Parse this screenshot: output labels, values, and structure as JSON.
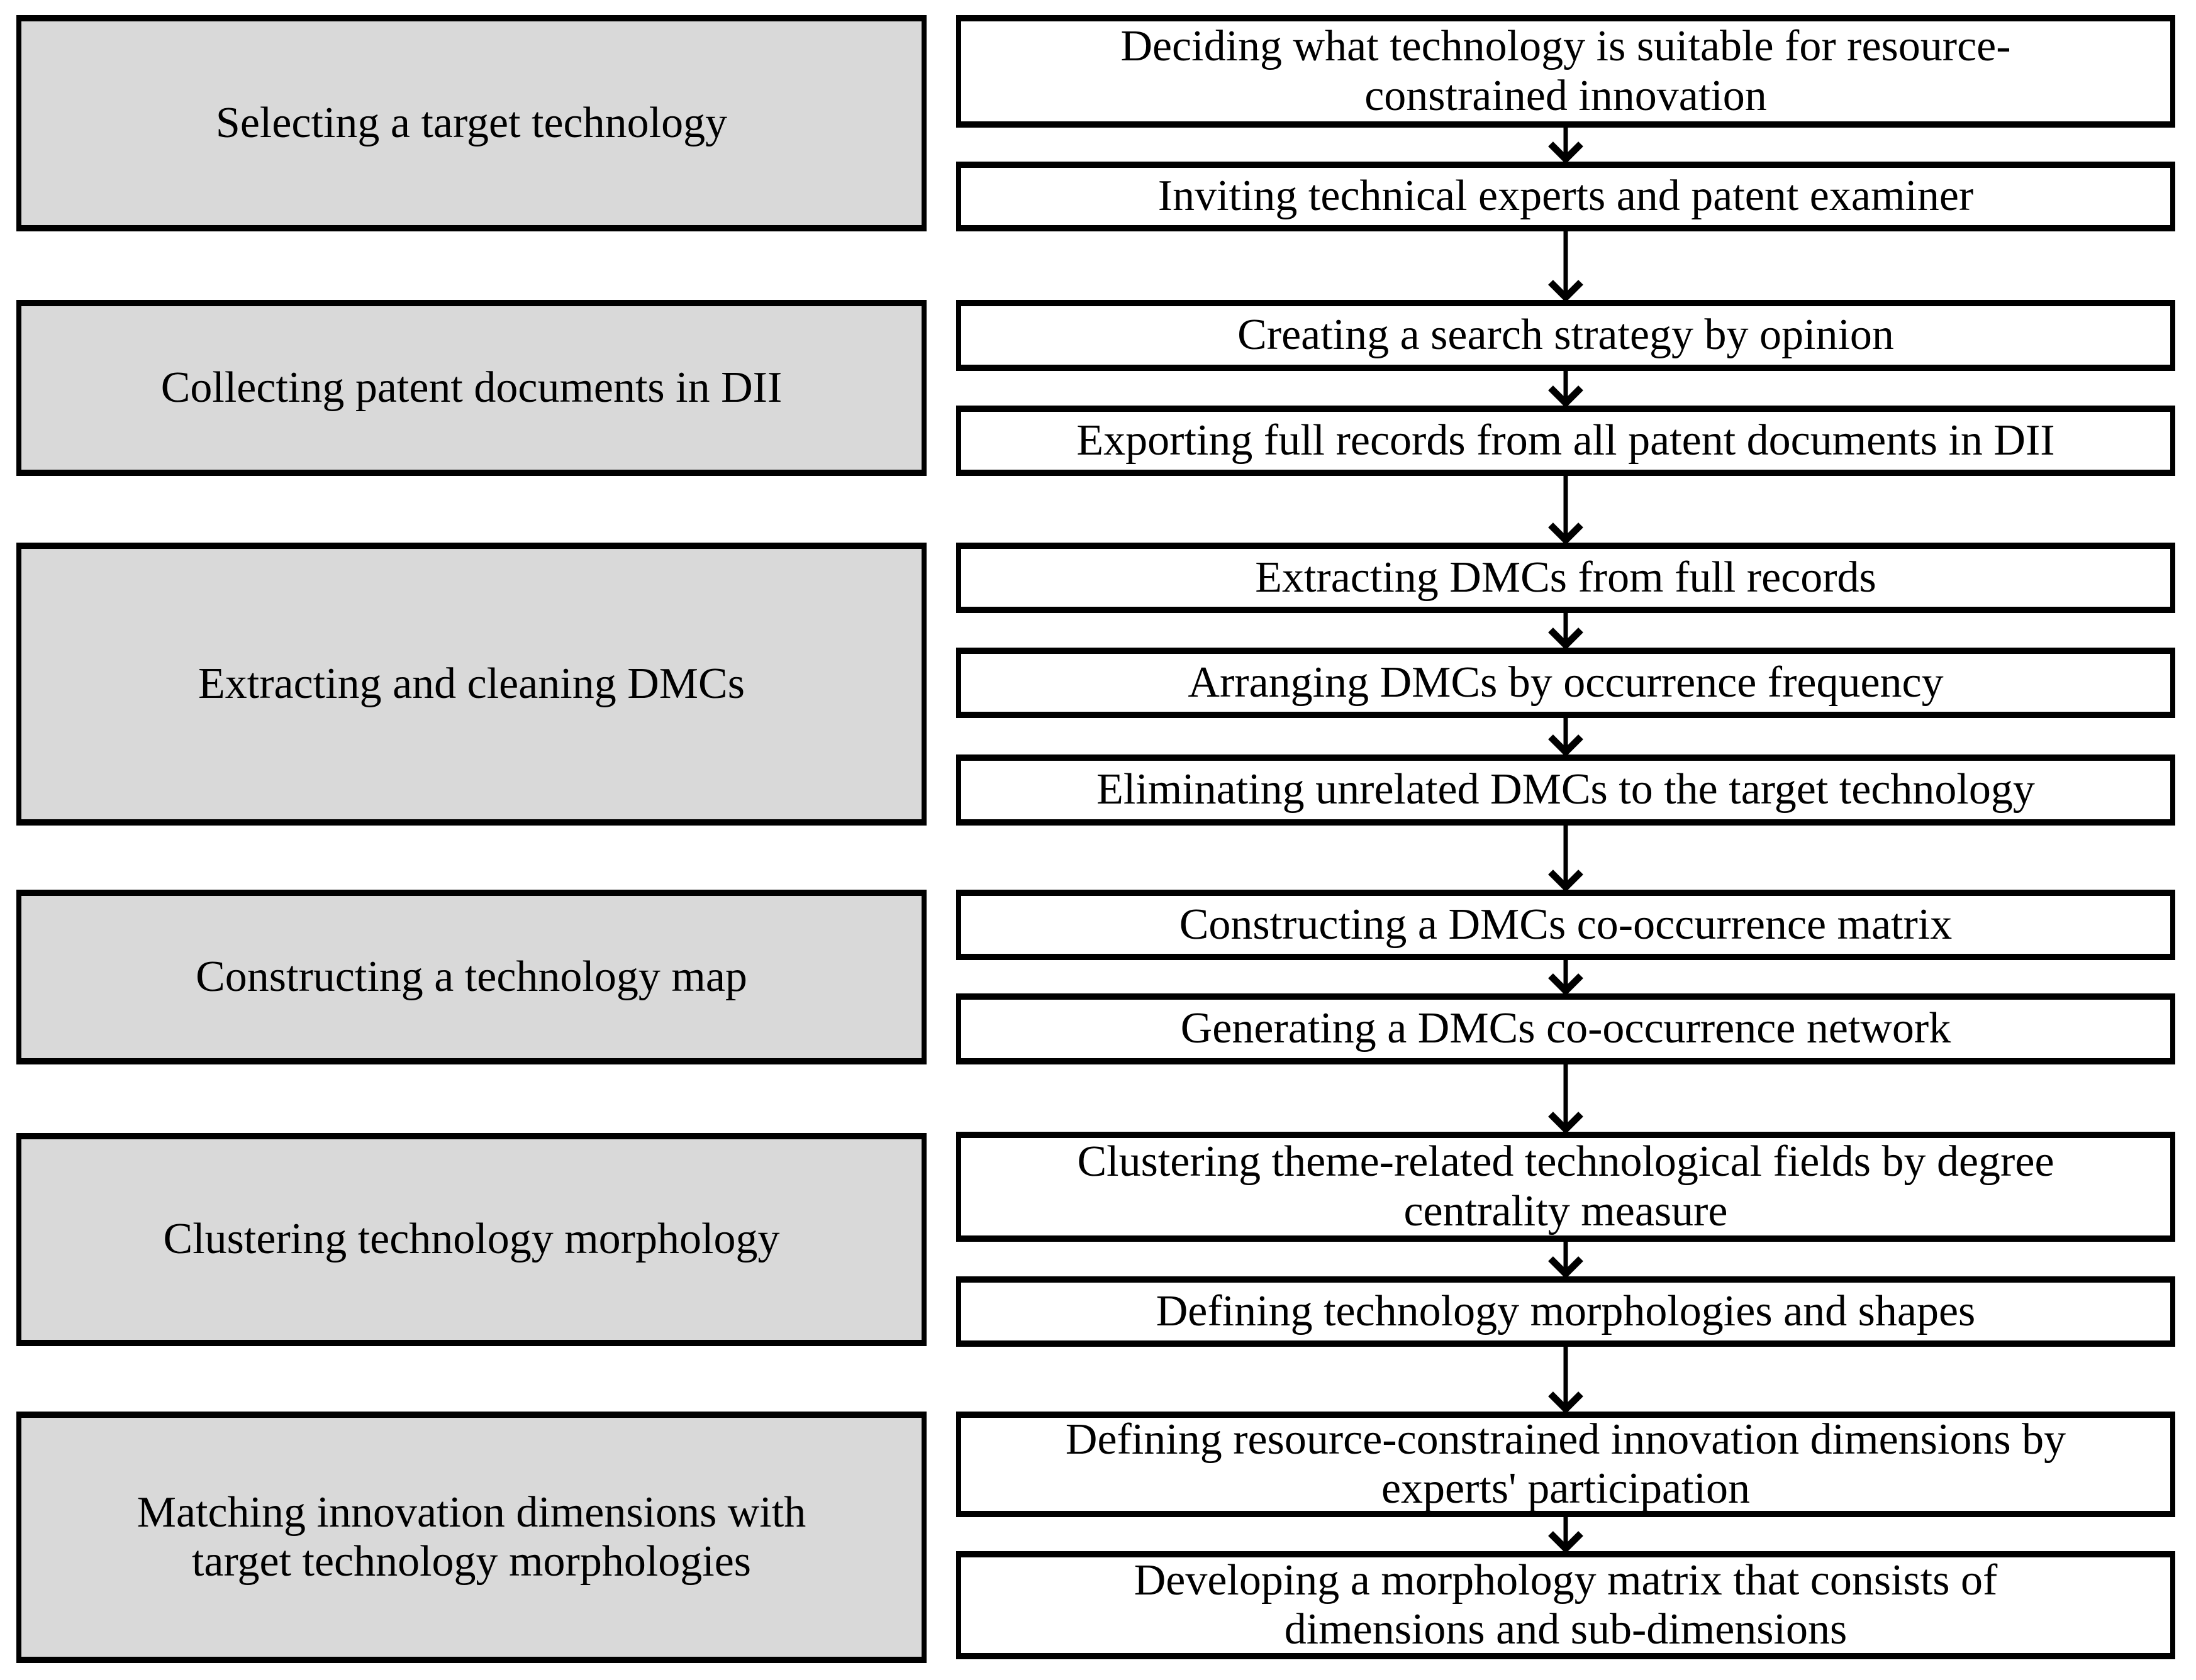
{
  "diagram": {
    "title": "Research procedure flowchart",
    "colors": {
      "phase_fill": "#d9d9d9",
      "step_fill": "#ffffff",
      "border": "#000000"
    },
    "phases": [
      {
        "label": "Selecting a target technology",
        "steps": [
          "Deciding what technology is suitable for resource-\nconstrained innovation",
          "Inviting technical experts and patent examiner"
        ]
      },
      {
        "label": "Collecting patent documents in DII",
        "steps": [
          "Creating a search strategy by opinion",
          "Exporting full records from all patent documents in DII"
        ]
      },
      {
        "label": "Extracting and cleaning DMCs",
        "steps": [
          "Extracting DMCs from full records",
          "Arranging DMCs by occurrence frequency",
          "Eliminating unrelated DMCs to the target technology"
        ]
      },
      {
        "label": "Constructing a technology map",
        "steps": [
          "Constructing a DMCs co-occurrence matrix",
          "Generating a DMCs co-occurrence network"
        ]
      },
      {
        "label": "Clustering technology morphology",
        "steps": [
          "Clustering theme-related technological fields by degree\ncentrality measure",
          "Defining technology morphologies and shapes"
        ]
      },
      {
        "label": "Matching innovation dimensions with\ntarget technology morphologies",
        "steps": [
          "Defining resource-constrained innovation dimensions by\nexperts' participation",
          "Developing a morphology matrix that consists of\ndimensions and sub-dimensions"
        ]
      }
    ]
  }
}
